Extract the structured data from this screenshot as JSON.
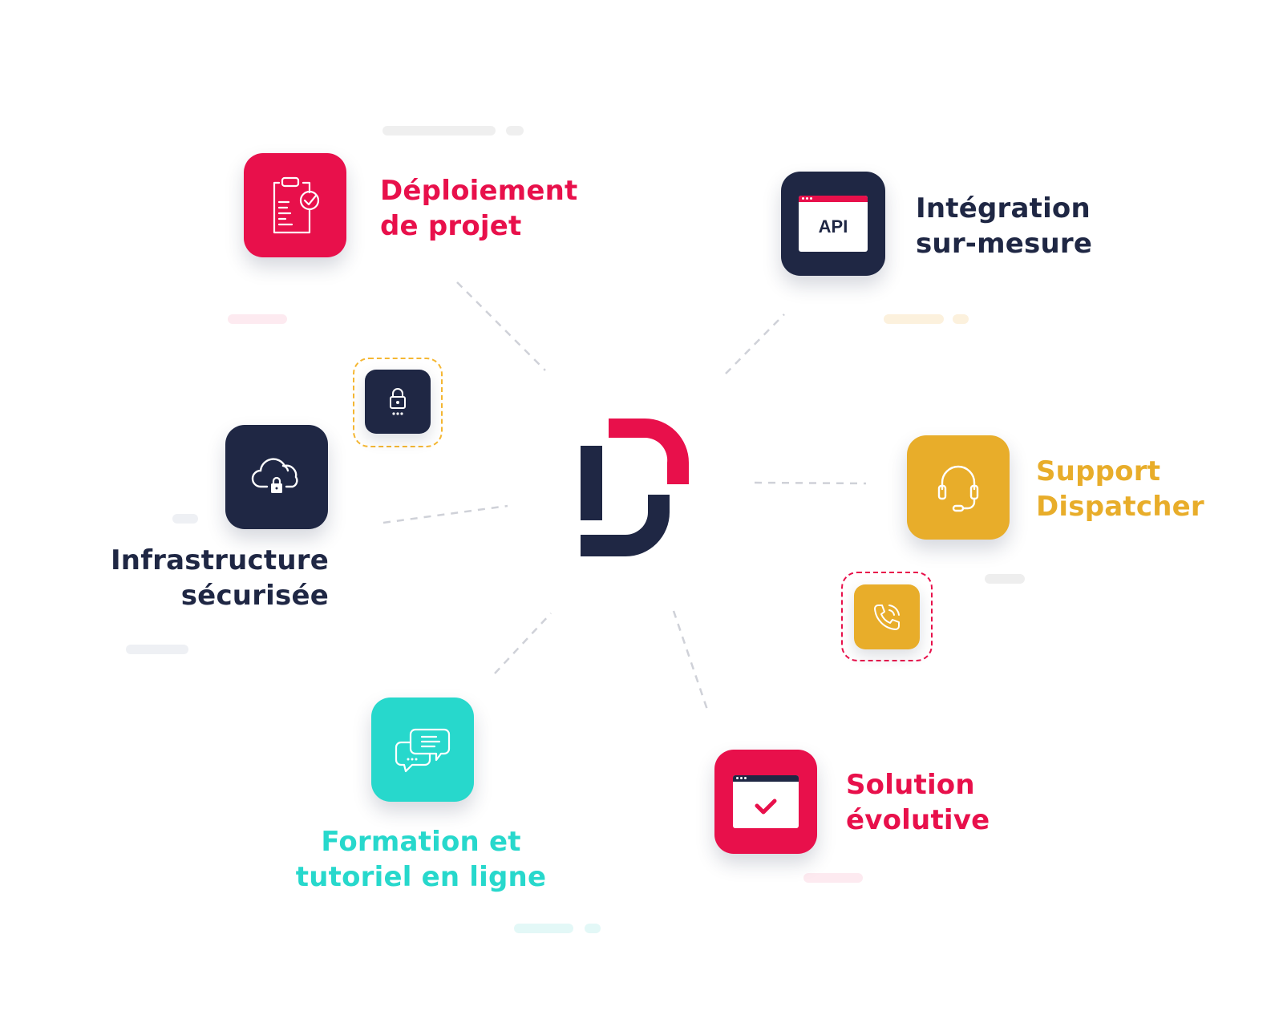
{
  "colors": {
    "red": "#e8104b",
    "navy": "#1f2744",
    "yellow": "#e8ad2a",
    "teal": "#27d8cc",
    "connector": "#cfd1d8"
  },
  "center_logo": {
    "icon": "d-logo-icon"
  },
  "nodes": [
    {
      "id": "deploiement",
      "line1": "Déploiement",
      "line2": "de projet",
      "icon": "clipboard-check-icon",
      "color": "#e8104b"
    },
    {
      "id": "integration",
      "line1": "Intégration",
      "line2": "sur-mesure",
      "icon": "api-window-icon",
      "icon_text": "API",
      "color": "#1f2744"
    },
    {
      "id": "infrastructure",
      "line1": "Infrastructure",
      "line2": "sécurisée",
      "icon": "cloud-lock-icon",
      "color": "#1f2744"
    },
    {
      "id": "support",
      "line1": "Support",
      "line2": "Dispatcher",
      "icon": "headset-icon",
      "color": "#e8ad2a"
    },
    {
      "id": "formation",
      "line1": "Formation et",
      "line2": "tutoriel en ligne",
      "icon": "chat-bubbles-icon",
      "color": "#27d8cc"
    },
    {
      "id": "solution",
      "line1": "Solution",
      "line2": "évolutive",
      "icon": "browser-check-icon",
      "color": "#e8104b"
    }
  ],
  "satellites": [
    {
      "id": "password-lock",
      "icon": "password-lock-icon",
      "tile_color": "#1f2744",
      "frame_color": "#f5b733"
    },
    {
      "id": "phone-call",
      "icon": "phone-call-icon",
      "tile_color": "#e8ad2a",
      "frame_color": "#e8104b"
    }
  ]
}
